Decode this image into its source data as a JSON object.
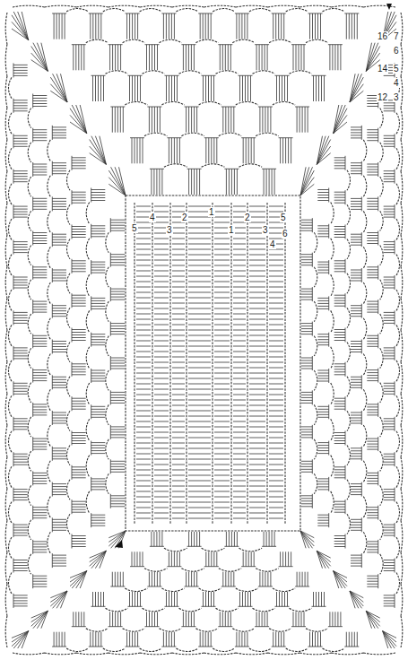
{
  "diagram": {
    "labels": [
      "5",
      "4",
      "3",
      "2",
      "1",
      "1",
      "2",
      "3",
      "4",
      "5",
      "6",
      "16",
      "7",
      "6",
      "14",
      "5",
      "4",
      "12",
      "3"
    ]
  }
}
